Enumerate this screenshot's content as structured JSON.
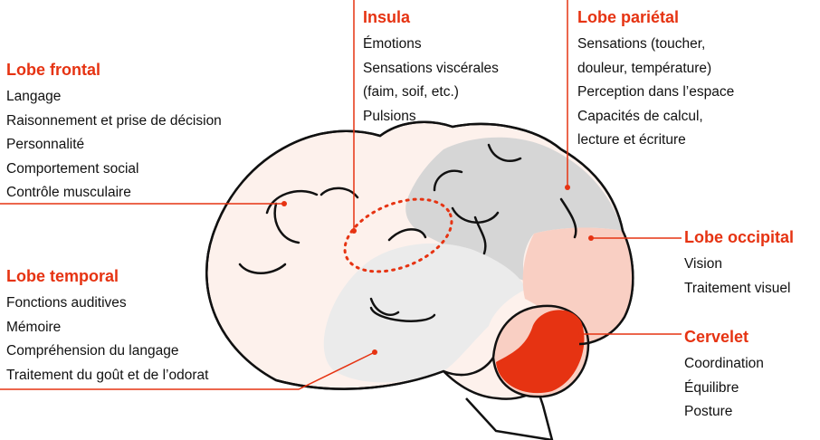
{
  "regions": {
    "frontal": {
      "title": "Lobe frontal",
      "items": [
        "Langage",
        "Raisonnement et prise de décision",
        "Personnalité",
        "Comportement social",
        "Contrôle musculaire"
      ]
    },
    "temporal": {
      "title": "Lobe temporal",
      "items": [
        "Fonctions auditives",
        "Mémoire",
        "Compréhension du langage",
        "Traitement du goût et de l’odorat"
      ]
    },
    "insula": {
      "title": "Insula",
      "items": [
        "Émotions",
        "Sensations viscérales",
        "(faim, soif, etc.)",
        "Pulsions"
      ]
    },
    "parietal": {
      "title": "Lobe pariétal",
      "items": [
        "Sensations (toucher,",
        "douleur, température)",
        "Perception dans l’espace",
        "Capacités de calcul,",
        "lecture et écriture"
      ]
    },
    "occipital": {
      "title": "Lobe occipital",
      "items": [
        "Vision",
        "Traitement visuel"
      ]
    },
    "cervelet": {
      "title": "Cervelet",
      "items": [
        "Coordination",
        "Équilibre",
        "Posture"
      ]
    }
  },
  "colors": {
    "accent": "#e63312",
    "frontal": "#fdf1ec",
    "temporal": "#ebebeb",
    "parietal": "#d6d6d6",
    "occipital": "#f9cfc3",
    "cervelet": "#e63312",
    "outline": "#111111"
  }
}
